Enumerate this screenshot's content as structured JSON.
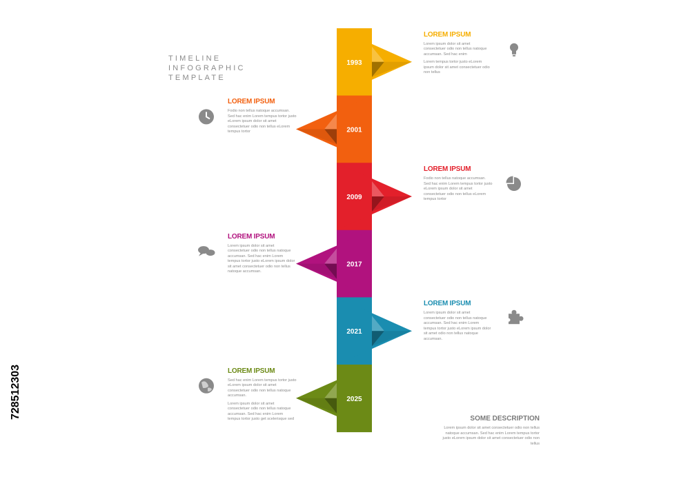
{
  "header": {
    "title_lines": [
      "TIMELINE",
      "INFOGRAPHIC",
      "TEMPLATE"
    ]
  },
  "milestones": [
    {
      "year": "1993",
      "heading": "LOREM IPSUM",
      "color": "#F6AE00",
      "side": "right",
      "icon": "lightbulb-icon",
      "paragraphs": [
        "Lorem ipsum dolor sit amet consectetuer odio non tellus natoque accumsan. Sed hac enim",
        "Lorem tempus tortor justo eLorem ipsum dolor sit amet consectetuer odio non tellus"
      ]
    },
    {
      "year": "2001",
      "heading": "LOREM IPSUM",
      "color": "#F2600F",
      "side": "left",
      "icon": "clock-icon",
      "paragraphs": [
        "Fodio non tellus natoque accumsan. Sed hac enim Lorem tempus tortor justo eLorem ipsum dolor sit amet consectetuer odio non tellus eLorem tempus tortor"
      ]
    },
    {
      "year": "2009",
      "heading": "LOREM IPSUM",
      "color": "#E3202B",
      "side": "right",
      "icon": "pie-chart-icon",
      "paragraphs": [
        "Fodio non tellus natoque accumsan. Sed hac enim Lorem tempus tortor justo eLorem ipsum dolor sit amet consectetuer odio non tellus eLorem tempus tortor"
      ]
    },
    {
      "year": "2017",
      "heading": "LOREM IPSUM",
      "color": "#B1127E",
      "side": "left",
      "icon": "chat-bubbles-icon",
      "paragraphs": [
        "Lorem ipsum dolor sit amet consectetuer odio non tellus natoque accumsan. Sed hac enim Lorem tempus tortor justo eLorem ipsum dolor sit amet consectetuer odio non tellus natoque accumsan."
      ]
    },
    {
      "year": "2021",
      "heading": "LOREM IPSUM",
      "color": "#1A8DB0",
      "side": "right",
      "icon": "puzzle-icon",
      "paragraphs": [
        "Lorem ipsum dolor sit amet consectetuer odio non tellus natoque accumsan. Sed hac enim Lorem tempus tortor justo eLorem ipsum dolor sit amet odio non tellus natoque accumsan."
      ]
    },
    {
      "year": "2025",
      "heading": "LOREM IPSUM",
      "color": "#6C8A16",
      "side": "left",
      "icon": "globe-icon",
      "paragraphs": [
        "Sed hac enim Lorem tempus tortor justo eLorem ipsum dolor sit amet consectetuer odio non tellus natoque accumsan.",
        "Lorem ipsum dolor sit amet consectetuer odio non tellus natoque accumsan. Sed hac enim Lorem tempus tortor justo get scelerisque sed"
      ]
    }
  ],
  "description": {
    "heading": "SOME DESCRIPTION",
    "body": "Lorem ipsum dolor sit amet consectetuer odio non tellus natoque accumsan. Sed hac enim Lorem tempus tortor justo eLorem ipsum dolor sit amet consectetuer odio non tellus"
  },
  "side_id": "728512303"
}
